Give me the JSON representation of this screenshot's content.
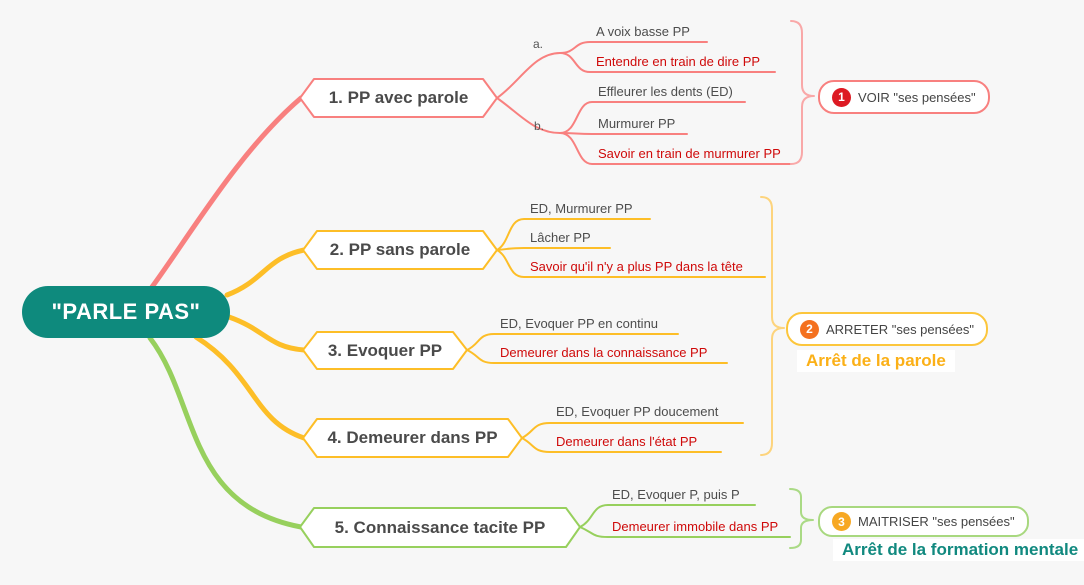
{
  "root": {
    "label": "\"PARLE PAS\""
  },
  "palette": {
    "background": "#f7f7f7",
    "root_fill": "#0e8a7d",
    "pink": "#f8807f",
    "yellow": "#fdbe27",
    "green": "#97d05d",
    "red_text": "#cf0a0a",
    "gray_text": "#4d4d4d",
    "badge_red": "#dd1a23",
    "badge_orange": "#f4711f",
    "badge_amber": "#f7a823",
    "caption_yellow": "#fbb017",
    "caption_teal": "#11897f"
  },
  "branches": [
    {
      "label": "1. PP avec parole",
      "color": "#f8807f",
      "groups": [
        {
          "label": "a.",
          "children": [
            {
              "text": "A voix basse PP",
              "emphasis": false
            },
            {
              "text": "Entendre en train de dire PP",
              "emphasis": true
            }
          ]
        },
        {
          "label": "b.",
          "children": [
            {
              "text": "Effleurer les dents (ED)",
              "emphasis": false
            },
            {
              "text": "Murmurer PP",
              "emphasis": false
            },
            {
              "text": "Savoir en train de murmurer PP",
              "emphasis": true
            }
          ]
        }
      ]
    },
    {
      "label": "2. PP sans parole",
      "color": "#fdbe27",
      "children": [
        {
          "text": "ED, Murmurer PP",
          "emphasis": false
        },
        {
          "text": "Lâcher PP",
          "emphasis": false
        },
        {
          "text": "Savoir qu'il n'y a plus PP dans la tête",
          "emphasis": true
        }
      ]
    },
    {
      "label": "3. Evoquer PP",
      "color": "#fdbe27",
      "children": [
        {
          "text": "ED, Evoquer PP en continu",
          "emphasis": false
        },
        {
          "text": "Demeurer dans la connaissance PP",
          "emphasis": true
        }
      ]
    },
    {
      "label": "4. Demeurer dans PP",
      "color": "#fdbe27",
      "children": [
        {
          "text": "ED, Evoquer PP doucement",
          "emphasis": false
        },
        {
          "text": "Demeurer dans l'état PP",
          "emphasis": true
        }
      ]
    },
    {
      "label": "5. Connaissance tacite PP",
      "color": "#97d05d",
      "children": [
        {
          "text": "ED, Evoquer P, puis P",
          "emphasis": false
        },
        {
          "text": "Demeurer immobile dans PP",
          "emphasis": true
        }
      ]
    }
  ],
  "summaries": [
    {
      "number": "1",
      "label": "VOIR \"ses pensées\""
    },
    {
      "number": "2",
      "label": "ARRETER \"ses pensées\"",
      "caption": "Arrêt de la parole"
    },
    {
      "number": "3",
      "label": "MAITRISER \"ses pensées\"",
      "caption": "Arrêt de la formation mentale"
    }
  ]
}
